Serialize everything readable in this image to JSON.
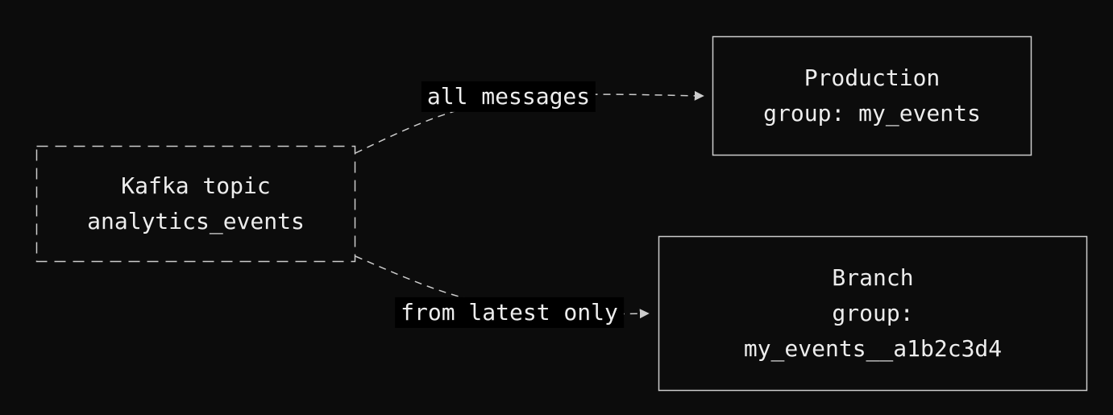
{
  "colors": {
    "background": "#0c0c0c",
    "stroke": "#cccccc",
    "text": "#ededed",
    "edge_label_background": "#000000"
  },
  "nodes": {
    "topic": {
      "lines": [
        "Kafka topic",
        "analytics_events"
      ],
      "border": "dashed"
    },
    "production": {
      "lines": [
        "Production",
        "group: my_events"
      ],
      "border": "solid"
    },
    "branch": {
      "lines": [
        "Branch",
        "group:",
        "my_events__a1b2c3d4"
      ],
      "border": "solid"
    }
  },
  "edges": [
    {
      "from": "topic",
      "to": "production",
      "label": "all messages",
      "style": "dashed-arrow"
    },
    {
      "from": "topic",
      "to": "branch",
      "label": "from latest only",
      "style": "dashed-arrow"
    }
  ]
}
